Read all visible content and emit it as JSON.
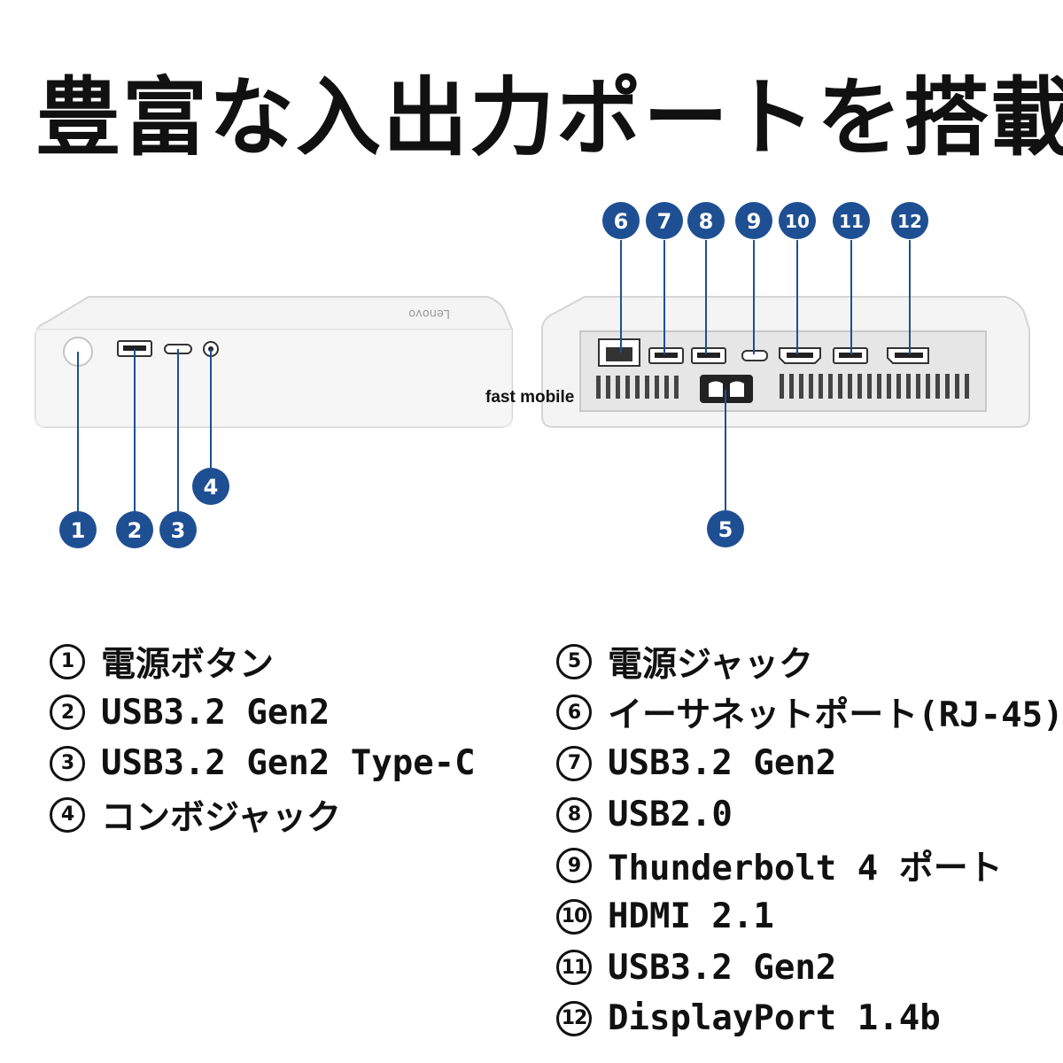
{
  "headline": "豊富な入出力ポートを搭載",
  "watermark": "fast mobile",
  "colors": {
    "callout": "#1f4f93",
    "device_body": "#f4f4f4",
    "text": "#111111"
  },
  "callouts": {
    "front": [
      "1",
      "2",
      "3",
      "4"
    ],
    "back": [
      "5",
      "6",
      "7",
      "8",
      "9",
      "10",
      "11",
      "12"
    ]
  },
  "legend_left": [
    {
      "num": "1",
      "label": "電源ボタン"
    },
    {
      "num": "2",
      "label": "USB3.2 Gen2"
    },
    {
      "num": "3",
      "label": "USB3.2 Gen2 Type-C"
    },
    {
      "num": "4",
      "label": "コンボジャック"
    }
  ],
  "legend_right": [
    {
      "num": "5",
      "label": "電源ジャック"
    },
    {
      "num": "6",
      "label": "イーサネットポート(RJ-45)"
    },
    {
      "num": "7",
      "label": "USB3.2 Gen2"
    },
    {
      "num": "8",
      "label": "USB2.0"
    },
    {
      "num": "9",
      "label": "Thunderbolt 4 ポート"
    },
    {
      "num": "10",
      "label": "HDMI 2.1"
    },
    {
      "num": "11",
      "label": "USB3.2 Gen2"
    },
    {
      "num": "12",
      "label": "DisplayPort 1.4b"
    }
  ]
}
